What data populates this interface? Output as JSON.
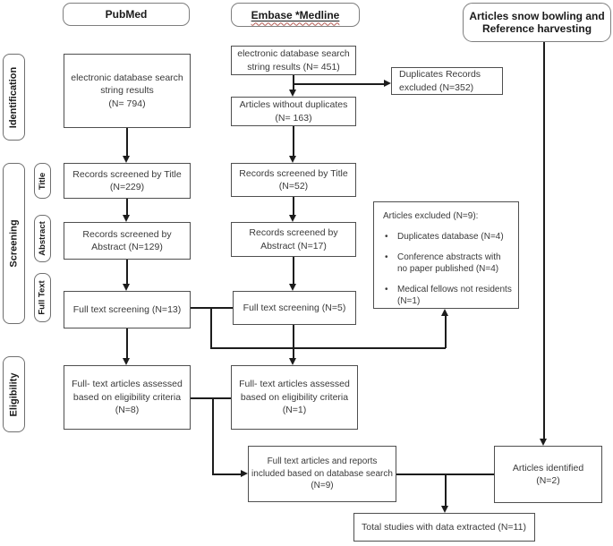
{
  "palette": {
    "box_border": "#4f4f4f",
    "rounded_border": "#7e7e7e",
    "connector_line": "#1c1c1c",
    "spellcheck_underline": "#b35a52"
  },
  "headers": {
    "pubmed": "PubMed",
    "embase": "Embase *Medline",
    "snowballing": {
      "lines": [
        "Articles snow bowling and",
        "Reference harvesting"
      ]
    }
  },
  "stage_labels": {
    "identification": "Identification",
    "screening": "Screening",
    "title": "Title",
    "abstract": "Abstract",
    "full_text": "Full Text",
    "eligibility": "Eligibility"
  },
  "pubmed_column": {
    "search_results": {
      "lines": [
        "electronic database search",
        "string results",
        "(N= 794)"
      ]
    },
    "screened_title": {
      "lines": [
        "Records screened by Title",
        "(N=229)"
      ]
    },
    "screened_abstract": {
      "lines": [
        "Records screened by",
        "Abstract (N=129)"
      ]
    },
    "full_text_screening": {
      "lines": [
        "Full text screening (N=13)"
      ]
    },
    "assessed_eligibility": {
      "lines": [
        "Full- text articles assessed",
        "based on eligibility criteria",
        "(N=8)"
      ]
    }
  },
  "embase_column": {
    "search_results": {
      "lines": [
        "electronic database search",
        "string results (N= 451)"
      ]
    },
    "without_duplicates": {
      "lines": [
        "Articles without duplicates",
        "(N= 163)"
      ]
    },
    "screened_title": {
      "lines": [
        "Records screened by Title",
        "(N=52)"
      ]
    },
    "screened_abstract": {
      "lines": [
        "Records screened by",
        "Abstract (N=17)"
      ]
    },
    "full_text_screening": {
      "lines": [
        "Full text screening (N=5)"
      ]
    },
    "assessed_eligibility": {
      "lines": [
        "Full- text articles assessed",
        "based on eligibility criteria",
        "(N=1)"
      ]
    }
  },
  "exclusions": {
    "duplicates_excluded": {
      "lines": [
        "Duplicates Records",
        "excluded (N=352)"
      ]
    },
    "articles_excluded": {
      "title": "Articles excluded (N=9):",
      "bullets": [
        "Duplicates database (N=4)",
        "Conference abstracts with no paper published (N=4)",
        "Medical fellows not residents (N=1)"
      ]
    }
  },
  "synthesis": {
    "included_database": {
      "lines": [
        "Full text articles and reports",
        "included based on database search",
        "(N=9)"
      ]
    },
    "articles_identified": {
      "lines": [
        "Articles identified",
        "(N=2)"
      ]
    },
    "total_extracted": "Total studies with data extracted (N=11)"
  }
}
